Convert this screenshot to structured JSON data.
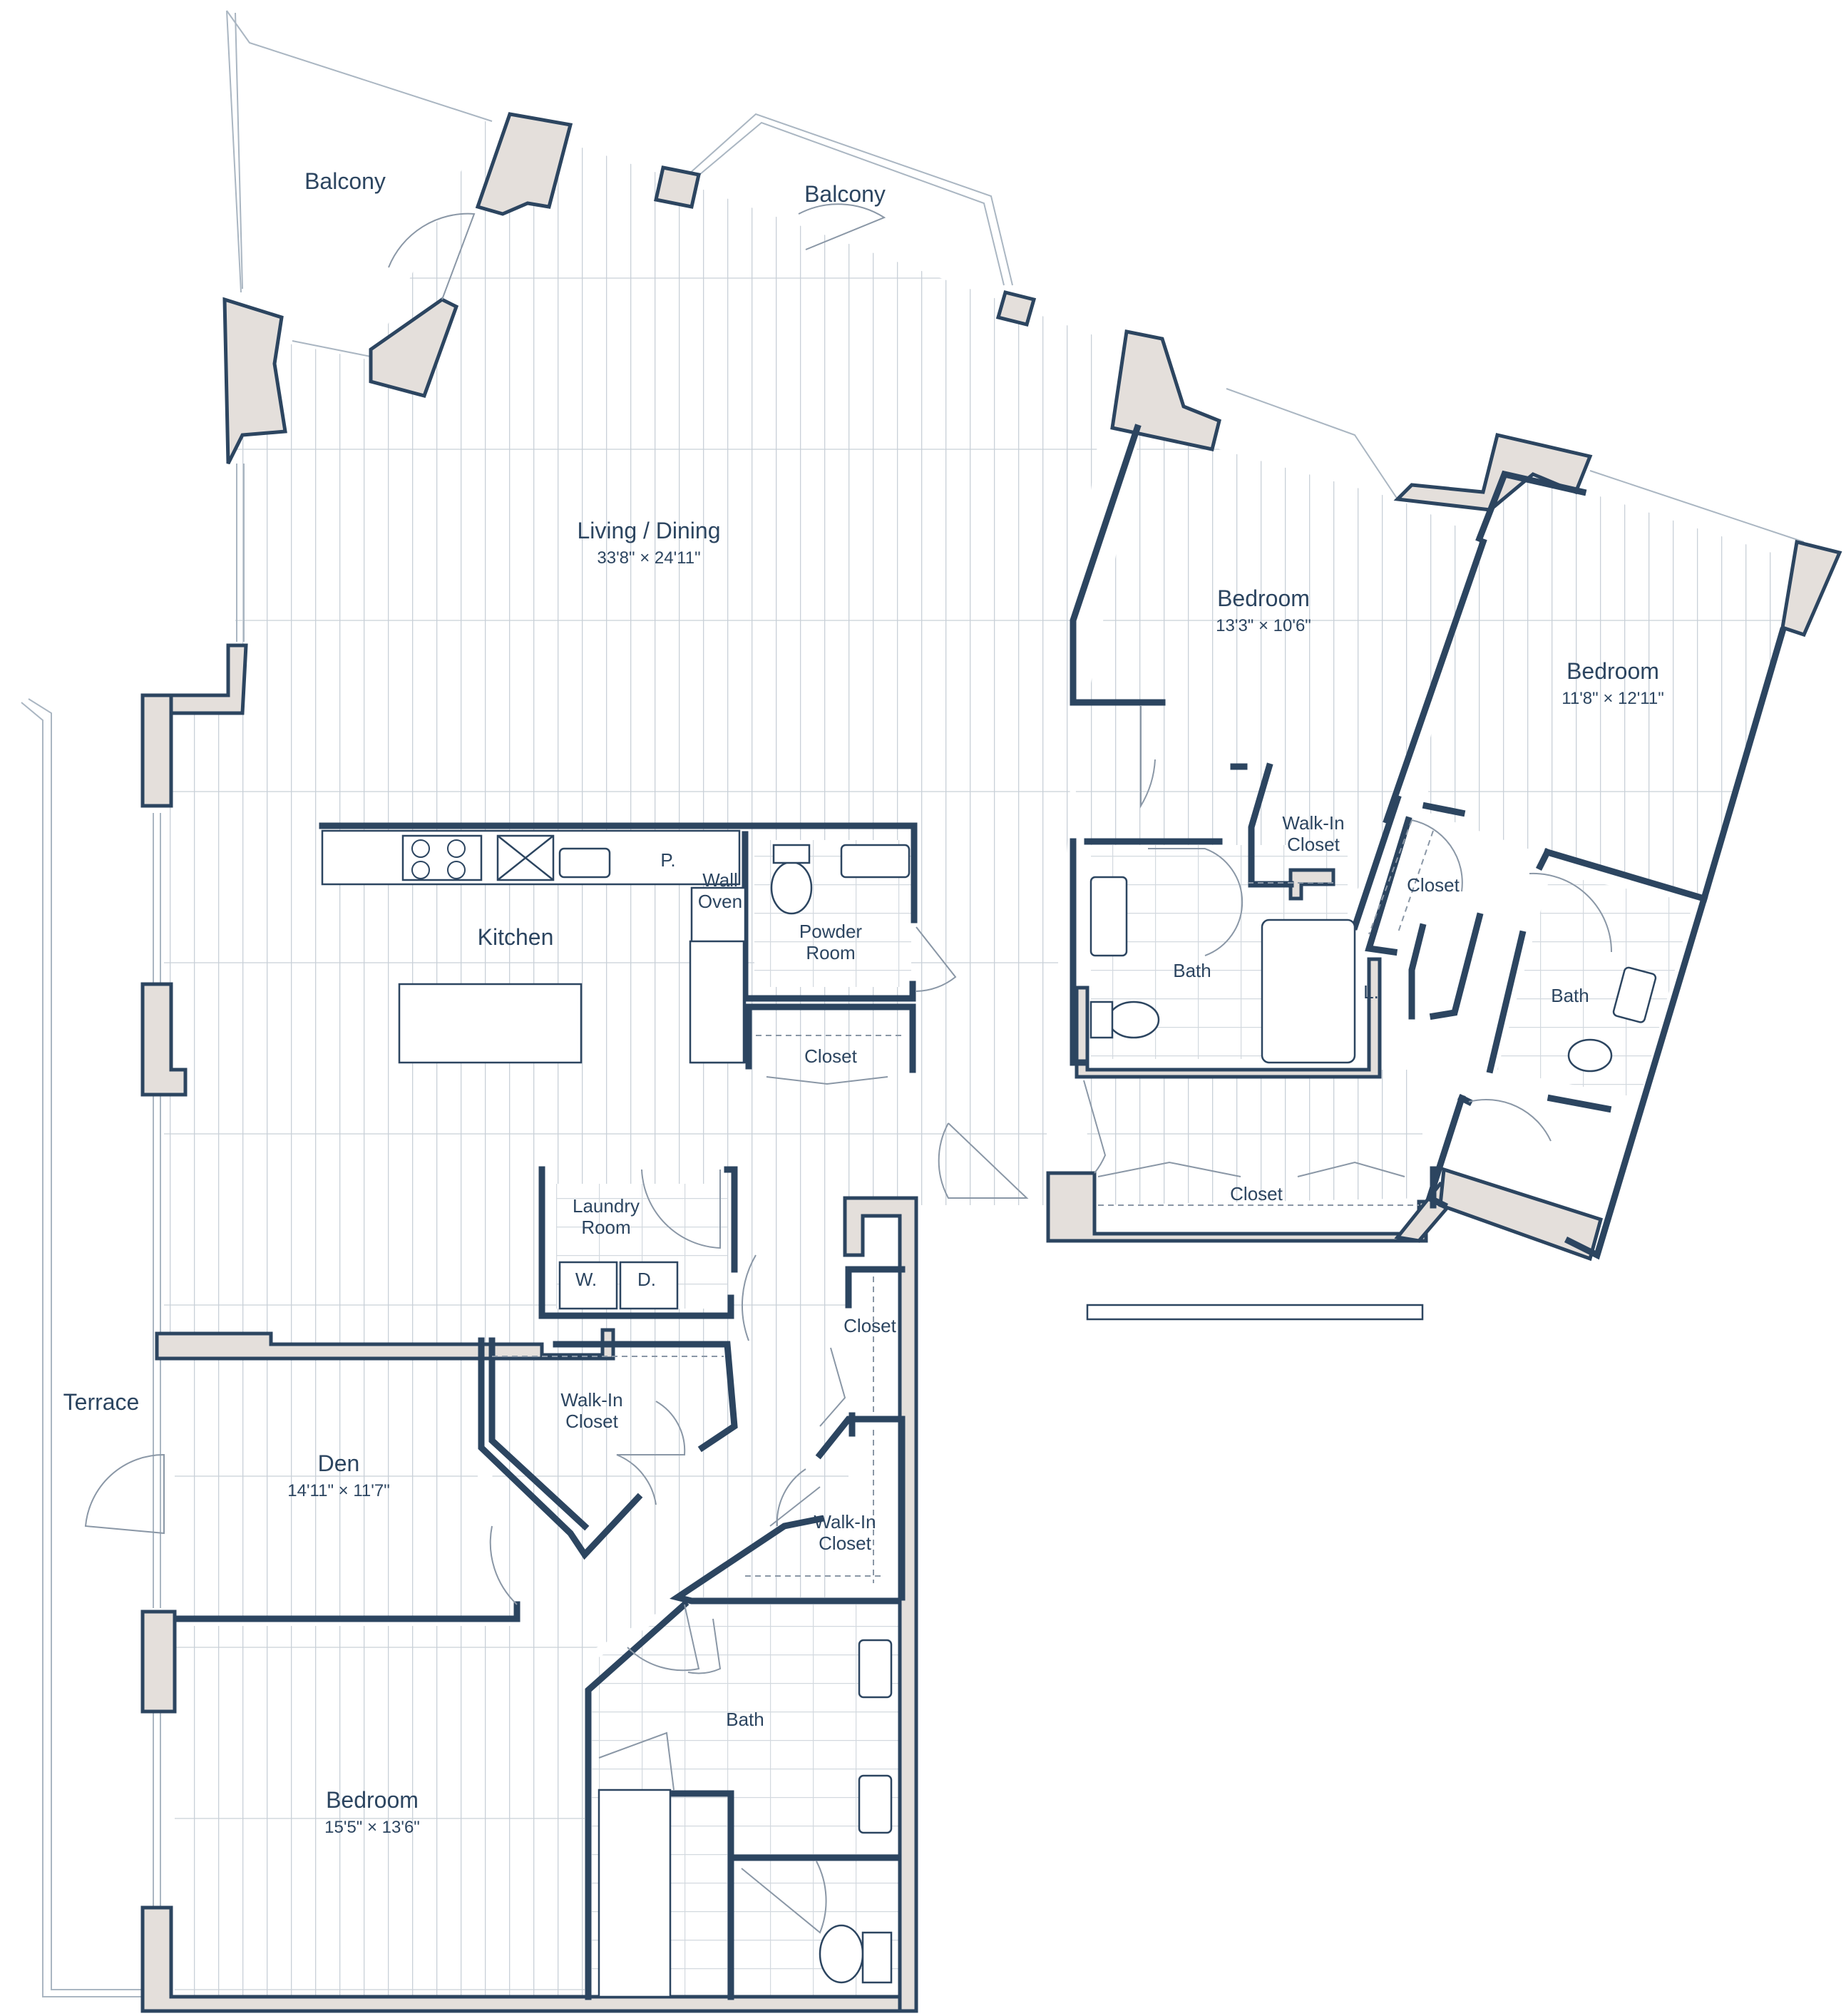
{
  "labels": {
    "balcony_1": "Balcony",
    "balcony_2": "Balcony",
    "living_dining": "Living / Dining",
    "living_dining_dim": "33'8\" × 24'11\"",
    "bedroom_1": "Bedroom",
    "bedroom_1_dim": "13'3\" × 10'6\"",
    "bedroom_2": "Bedroom",
    "bedroom_2_dim": "11'8\" × 12'11\"",
    "bedroom_3": "Bedroom",
    "bedroom_3_dim": "15'5\" × 13'6\"",
    "kitchen": "Kitchen",
    "pantry": "P.",
    "wall_oven_1": "Wall",
    "wall_oven_2": "Oven",
    "powder_room_1": "Powder",
    "powder_room_2": "Room",
    "closet_kitchen": "Closet",
    "walkin_bed1_1": "Walk-In",
    "walkin_bed1_2": "Closet",
    "closet_bed2": "Closet",
    "bath_1": "Bath",
    "bath_2": "Bath",
    "linen": "L.",
    "closet_hall_bed": "Closet",
    "laundry_1": "Laundry",
    "laundry_2": "Room",
    "washer": "W.",
    "dryer": "D.",
    "closet_hall": "Closet",
    "terrace": "Terrace",
    "walkin_den_1": "Walk-In",
    "walkin_den_2": "Closet",
    "den": "Den",
    "den_dim": "14'11\" × 11'7\"",
    "walkin_bed3_1": "Walk-In",
    "walkin_bed3_2": "Closet",
    "bath_3": "Bath"
  },
  "colors": {
    "wall_fill": "#e4dfdb",
    "wall_stroke": "#2c4560",
    "label_text": "#2c4560",
    "floor_lines": "#c9d0d8"
  }
}
